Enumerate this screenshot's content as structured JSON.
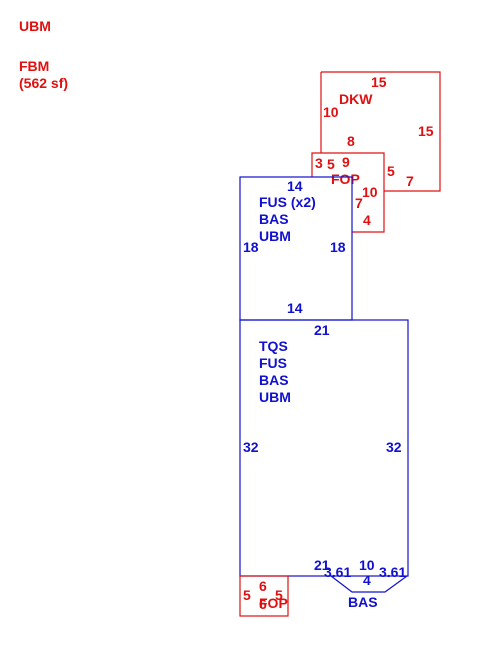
{
  "colors": {
    "red": "#e01010",
    "blue": "#1010d0"
  },
  "legend": {
    "line1": "UBM",
    "line2": "FBM",
    "line3": "(562 sf)"
  },
  "deck": {
    "name": "DKW",
    "dims": [
      "15",
      "10",
      "15",
      "7",
      "5",
      "8"
    ]
  },
  "upper_porch": {
    "name": "FOP",
    "dims": [
      "3",
      "5",
      "9",
      "10",
      "7",
      "4"
    ]
  },
  "upper_block": {
    "labels": [
      "FUS (x2)",
      "BAS",
      "UBM"
    ],
    "dims": [
      "14",
      "18",
      "18",
      "14"
    ]
  },
  "main_block": {
    "labels": [
      "TQS",
      "FUS",
      "BAS",
      "UBM"
    ],
    "dims": [
      "21",
      "32",
      "32",
      "21"
    ]
  },
  "bay": {
    "name": "BAS",
    "dims": [
      "3.61",
      "10",
      "3.61",
      "4"
    ]
  },
  "lower_porch": {
    "name": "FOP",
    "dims": [
      "5",
      "6",
      "5",
      "6"
    ]
  }
}
